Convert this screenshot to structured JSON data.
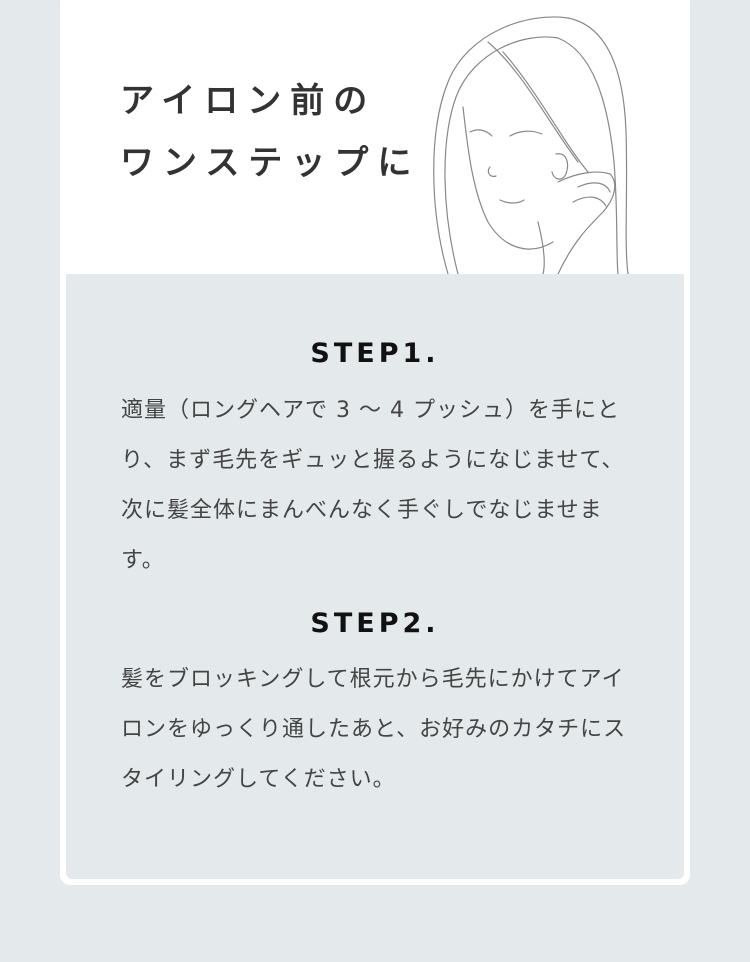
{
  "header": {
    "title_line1": "アイロン前の",
    "title_line2": "ワンステップに",
    "illustration": "woman-holding-hair-line-drawing"
  },
  "steps": [
    {
      "heading": "STEP1.",
      "body": "適量（ロングヘアで 3 ～ 4 プッシュ）を手にとり、まず毛先をギュッと握るようになじませて、次に髪全体にまんべんなく手ぐしでなじませます。"
    },
    {
      "heading": "STEP2.",
      "body": "髪をブロッキングして根元から毛先にかけてアイロンをゆっくり通したあと、お好みのカタチにスタイリングしてください。"
    }
  ],
  "colors": {
    "background": "#e4e9eb",
    "card": "#ffffff",
    "heading": "#111111",
    "text": "#444444"
  }
}
